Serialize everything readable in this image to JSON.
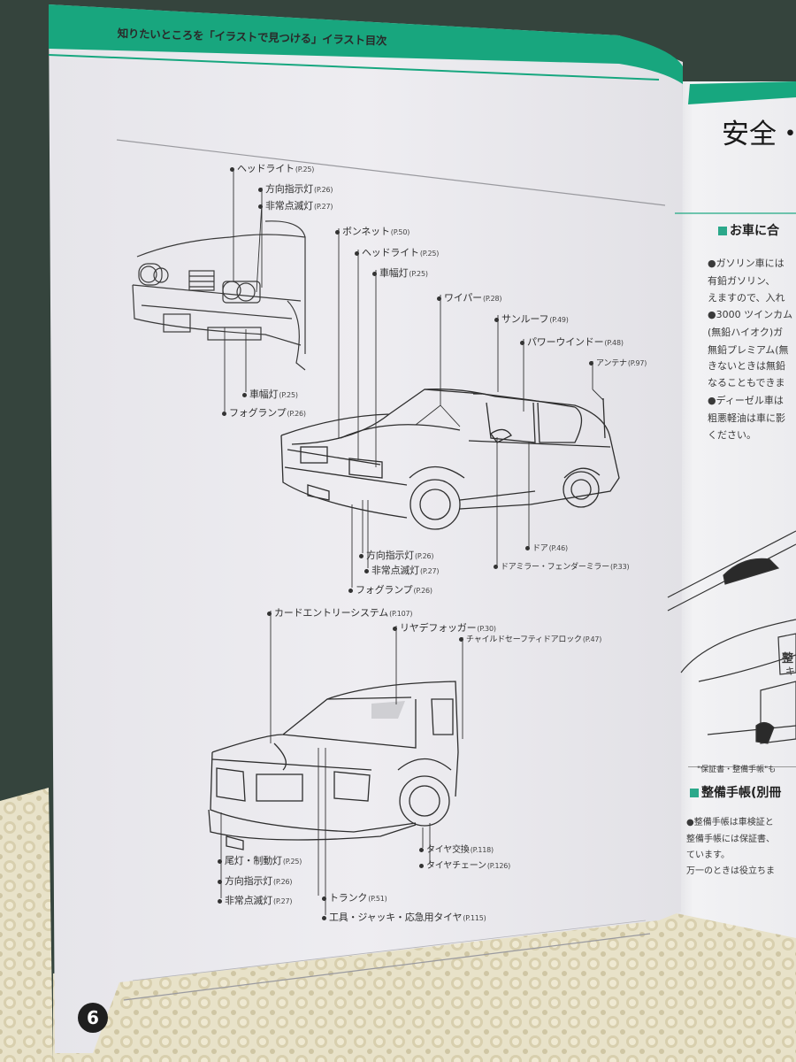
{
  "header": {
    "title": "知りたいところを「イラストで見つける」イラスト目次"
  },
  "page_number": "6",
  "front_detail_labels": [
    {
      "name": "ヘッドライト",
      "page": "(P.25)"
    },
    {
      "name": "方向指示灯",
      "page": "(P.26)"
    },
    {
      "name": "非常点滅灯",
      "page": "(P.27)"
    },
    {
      "name": "車幅灯",
      "page": "(P.25)"
    },
    {
      "name": "フォグランプ",
      "page": "(P.26)"
    }
  ],
  "side_view_labels": [
    {
      "name": "ボンネット",
      "page": "(P.50)"
    },
    {
      "name": "ヘッドライト",
      "page": "(P.25)"
    },
    {
      "name": "車幅灯",
      "page": "(P.25)"
    },
    {
      "name": "ワイパー",
      "page": "(P.28)"
    },
    {
      "name": "サンルーフ",
      "page": "(P.49)"
    },
    {
      "name": "パワーウインドー",
      "page": "(P.48)"
    },
    {
      "name": "アンテナ",
      "page": "(P.97)"
    },
    {
      "name": "ドア",
      "page": "(P.46)"
    },
    {
      "name": "ドアミラー・フェンダーミラー",
      "page": "(P.33)"
    },
    {
      "name": "方向指示灯",
      "page": "(P.26)"
    },
    {
      "name": "非常点滅灯",
      "page": "(P.27)"
    },
    {
      "name": "フォグランプ",
      "page": "(P.26)"
    }
  ],
  "rear_view_labels": [
    {
      "name": "カードエントリーシステム",
      "page": "(P.107)"
    },
    {
      "name": "リヤデフォッガー",
      "page": "(P.30)"
    },
    {
      "name": "チャイルドセーフティドアロック",
      "page": "(P.47)"
    },
    {
      "name": "タイヤ交換",
      "page": "(P.118)"
    },
    {
      "name": "タイヤチェーン",
      "page": "(P.126)"
    },
    {
      "name": "尾灯・制動灯",
      "page": "(P.25)"
    },
    {
      "name": "方向指示灯",
      "page": "(P.26)"
    },
    {
      "name": "非常点滅灯",
      "page": "(P.27)"
    },
    {
      "name": "トランク",
      "page": "(P.51)"
    },
    {
      "name": "工具・ジャッキ・応急用タイヤ",
      "page": "(P.115)"
    }
  ],
  "right_page": {
    "title": "安全・",
    "section1_heading": "お車に合",
    "section1_lines": [
      "●ガソリン車には",
      "有鉛ガソリン、",
      "えますので、入れ",
      "●3000 ツインカム",
      "(無鉛ハイオク)ガ",
      "無鉛プレミアム(無",
      "きないときは無鉛",
      "なることもできま",
      "●ディーゼル車は",
      "粗悪軽油は車に影",
      "ください。"
    ],
    "sign_text": "整",
    "sign_text2": "キ",
    "caption": "\"保証書・整備手帳\"も",
    "section2_heading": "整備手帳(別冊",
    "section2_lines": [
      "●整備手帳は車検証と",
      "整備手帳には保証書、",
      "ています。",
      "万一のときは役立ちま"
    ]
  },
  "colors": {
    "accent_green": "#17a77f",
    "paper": "#ecebee",
    "right_paper": "#f1f1f3",
    "mat": "#e6e0c6",
    "table": "#3b4a43"
  }
}
